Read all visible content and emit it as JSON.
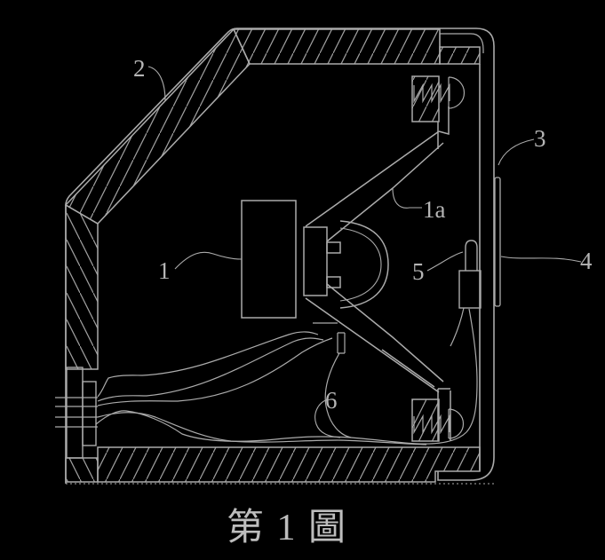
{
  "figure": {
    "caption": "第 1 圖",
    "reference_labels": [
      {
        "text": "1"
      },
      {
        "text": "1a"
      },
      {
        "text": "2"
      },
      {
        "text": "3"
      },
      {
        "text": "4"
      },
      {
        "text": "5"
      },
      {
        "text": "6"
      }
    ]
  },
  "colors": {
    "background": "#000000",
    "line": "#ababab",
    "label_text": "#b5b5b5"
  }
}
